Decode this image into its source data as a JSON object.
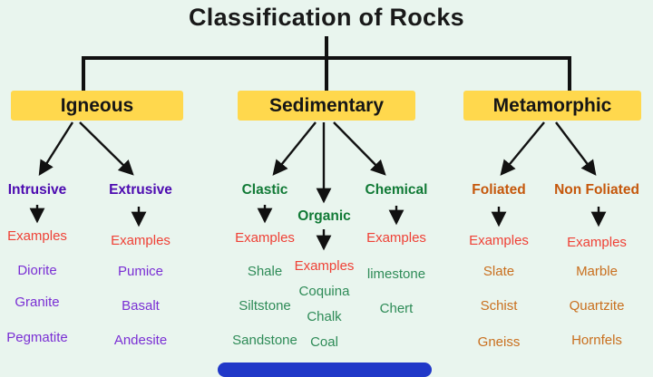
{
  "title": "Classification of Rocks",
  "categories": [
    {
      "label": "Igneous"
    },
    {
      "label": "Sedimentary"
    },
    {
      "label": "Metamorphic"
    }
  ],
  "columns": [
    {
      "header": "Intrusive",
      "examples_label": "Examples",
      "items": [
        "Diorite",
        "Granite",
        "Pegmatite"
      ]
    },
    {
      "header": "Extrusive",
      "examples_label": "Examples",
      "items": [
        "Pumice",
        "Basalt",
        "Andesite"
      ]
    },
    {
      "header": "Clastic",
      "examples_label": "Examples",
      "items": [
        "Shale",
        "Siltstone",
        "Sandstone"
      ]
    },
    {
      "header": "Organic",
      "examples_label": "Examples",
      "items": [
        "Coquina",
        "Chalk",
        "Coal"
      ]
    },
    {
      "header": "Chemical",
      "examples_label": "Examples",
      "items": [
        "limestone",
        "Chert"
      ]
    },
    {
      "header": "Foliated",
      "examples_label": "Examples",
      "items": [
        "Slate",
        "Schist",
        "Gneiss"
      ]
    },
    {
      "header": "Non Foliated",
      "examples_label": "Examples",
      "items": [
        "Marble",
        "Quartzite",
        "Hornfels"
      ]
    }
  ],
  "colors": {
    "background": "#e9f5ee",
    "category_box": "#ffd84d",
    "igneous_header": "#4c0ab0",
    "igneous_items": "#7a2fd4",
    "sedimentary_header": "#117a36",
    "sedimentary_items": "#2e8b57",
    "metamorphic_header": "#c5570b",
    "metamorphic_items": "#c96f1e",
    "examples_label": "#ef4136",
    "connector_lines": "#111111",
    "bottom_bar": "#2038c8"
  }
}
